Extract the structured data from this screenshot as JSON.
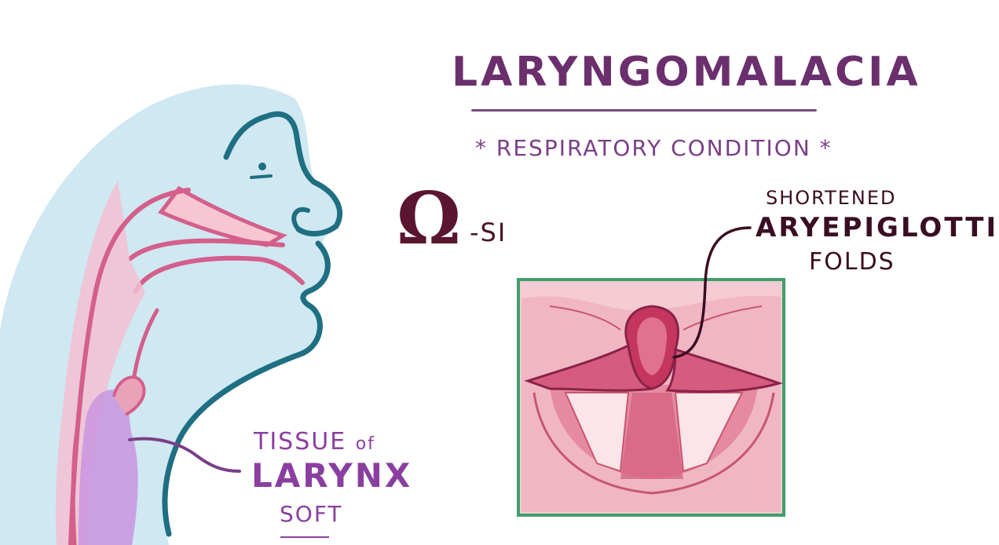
{
  "title": "LARYNGOMALACIA",
  "subtitle": "* RESPIRATORY CONDITION *",
  "omega_symbol": "Ω",
  "omega_suffix": "-SI",
  "epiglottis_label": {
    "line1": "SHORTENED",
    "line2": "ARYEPIGLOTTIC",
    "line3": "FOLDS"
  },
  "larynx_label": {
    "line1": "TISSUE",
    "line1_small": "of",
    "line2": "LARYNX",
    "line3": "SOFT"
  },
  "colors": {
    "title": "#6b2f6d",
    "head_fill": "#cfe8f2",
    "head_outline": "#1f6f82",
    "airway_pink": "#d45f8a",
    "larynx_purple": "#c894e0",
    "frame_green": "#3fa06a",
    "annotation_dark": "#3a0e22"
  }
}
